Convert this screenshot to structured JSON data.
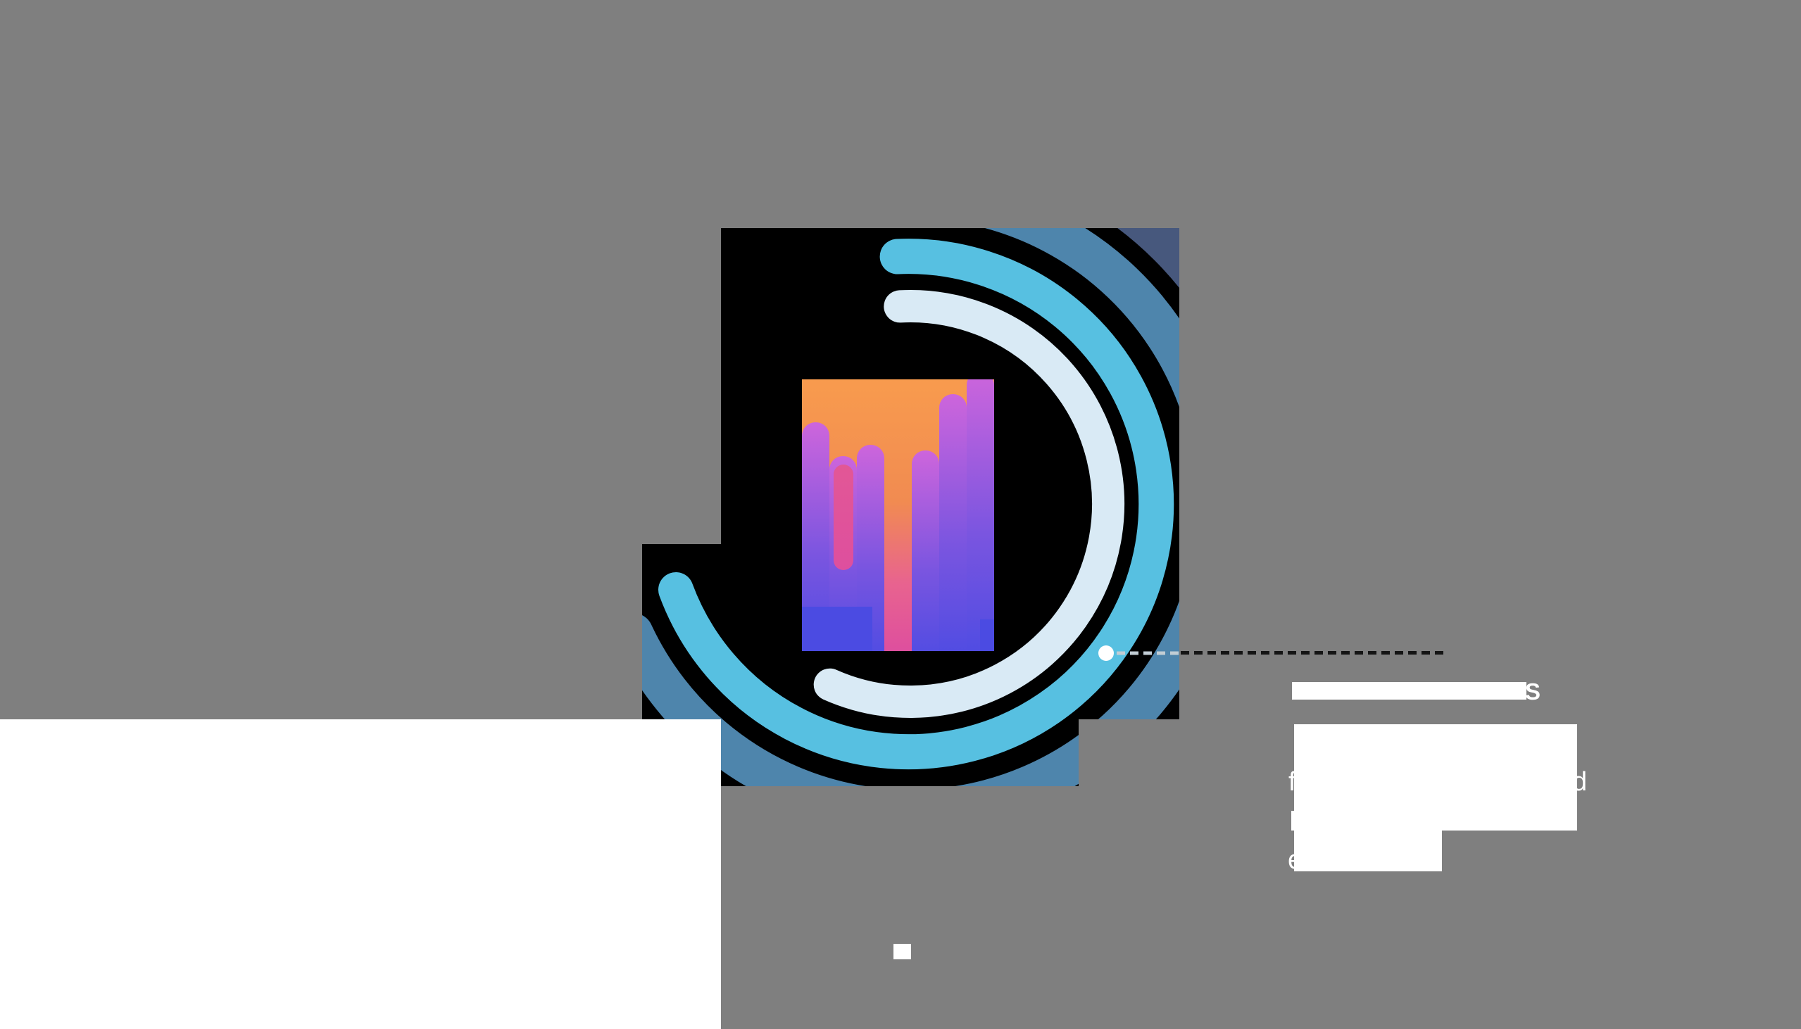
{
  "palette": {
    "bg": "#7F7F7F",
    "black": "#000000",
    "navy": "#47587D",
    "steel": "#4E85AC",
    "teal": "#57C0E1",
    "pale": "#D9EAF5",
    "orange": "#F89B4E",
    "salmon": "#F18B51",
    "rose": "#E8638F",
    "pink": "#DE4F9E",
    "magenta": "#CD65DC",
    "violet": "#7A55E0",
    "indigo": "#4B4BE2",
    "drip_pink": "#E25796",
    "white": "#FFFFFF",
    "dash_dark": "#141414",
    "dash_light": "#C2CDD4"
  },
  "illustration": {
    "description": "black stepped panel with concentric arc swirl and thermal waveform rectangle"
  },
  "callout": {
    "heading_fragment": "S",
    "body_fragments": [
      "f",
      "d",
      "e"
    ]
  }
}
